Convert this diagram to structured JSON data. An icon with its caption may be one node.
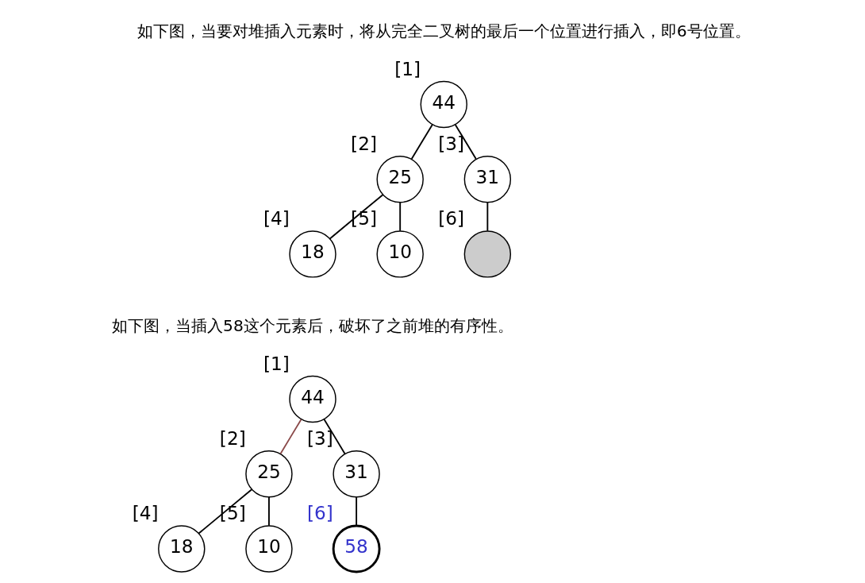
{
  "diagram": {
    "nodes": [
      {
        "text": [
          "44"
        ],
        "beside": [
          "[1]"
        ]
      },
      {
        "text": [
          "25"
        ],
        "beside": [
          "[2]"
        ]
      },
      {
        "text": [
          "31"
        ],
        "beside": [
          "[3]"
        ]
      },
      {
        "text": [
          "18"
        ],
        "beside": [
          "[4]"
        ]
      },
      {
        "text": [
          "10"
        ],
        "beside": [
          "[5]"
        ]
      },
      {
        "text": [],
        "shape": "circle",
        "beside": [
          "[6]"
        ]
      },
      {
        "text": [
          "44"
        ],
        "beside": [
          "[1]"
        ]
      },
      {
        "text": [
          "25"
        ],
        "beside": [
          "[2]"
        ]
      },
      {
        "text": [
          "31"
        ],
        "beside": [
          "[3]"
        ]
      },
      {
        "text": [
          "18"
        ],
        "beside": [
          "[4]"
        ]
      },
      {
        "text": [
          "10"
        ],
        "beside": [
          "[5]"
        ]
      },
      {
        "text": [
          "58"
        ],
        "beside": [
          "[6]"
        ]
      }
    ],
    "edges": [
      {
        "from": 0,
        "to": 1,
        "arrow": "none"
      },
      {
        "from": 0,
        "to": 2,
        "arrow": "none"
      },
      {
        "from": 1,
        "to": 3,
        "arrow": "none"
      },
      {
        "from": 1,
        "to": 4,
        "arrow": "none"
      },
      {
        "from": 2,
        "to": 5,
        "arrow": "none"
      },
      {
        "from": 6,
        "to": 7,
        "arrow": "none",
        "color": "#8b4a4a"
      },
      {
        "from": 6,
        "to": 8,
        "arrow": "none"
      },
      {
        "from": 7,
        "to": 9,
        "arrow": "none"
      },
      {
        "from": 7,
        "to": 10,
        "arrow": "none"
      },
      {
        "from": 8,
        "to": 11,
        "arrow": "none"
      }
    ],
    "labels": [
      "如下图，当要对堆插入元素时，将从完全二叉树的最后一个位置进行插入，即6号位置。",
      "如下图，当插入58这个元素后，破坏了之前堆的有序性。"
    ]
  }
}
